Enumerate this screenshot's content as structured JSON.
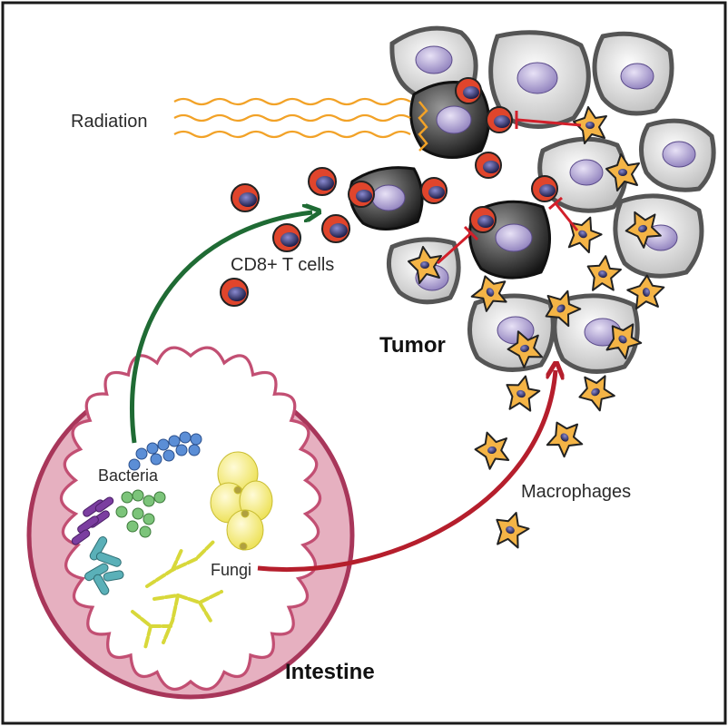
{
  "labels": {
    "radiation": "Radiation",
    "cd8_t_cells": "CD8+ T cells",
    "tumor": "Tumor",
    "macrophages": "Macrophages",
    "intestine": "Intestine",
    "bacteria": "Bacteria",
    "fungi": "Fungi"
  },
  "colors": {
    "frame": "#1a1a1a",
    "intestine_wall": "#a8365a",
    "intestine_fill": "#e6b0c0",
    "intestine_lumen": "#ffffff",
    "tcell_red": "#e0452c",
    "tcell_nucleus": "#2a2a5e",
    "tumor_cell": "#d6d6d6",
    "tumor_nucleus": "#a89cc8",
    "dark_tumor_cell": "#2e2e2e",
    "macrophage": "#f4b446",
    "radiation": "#f2a227",
    "green_arrow": "#1f6b34",
    "red_arrow": "#b51e2c",
    "inhibition": "#d21f2a",
    "bacteria_blue": "#5b8ed6",
    "bacteria_green": "#7cc47a",
    "bacteria_purple": "#7b3ea0",
    "bacteria_teal": "#5ab0b8",
    "fungi_yellow": "#f0e46a",
    "hyphae": "#d8d83a"
  },
  "icons": [
    "t-cell-icon",
    "tumor-cell-icon",
    "macrophage-icon",
    "bacteria-icon",
    "fungi-icon",
    "radiation-wave-icon"
  ]
}
